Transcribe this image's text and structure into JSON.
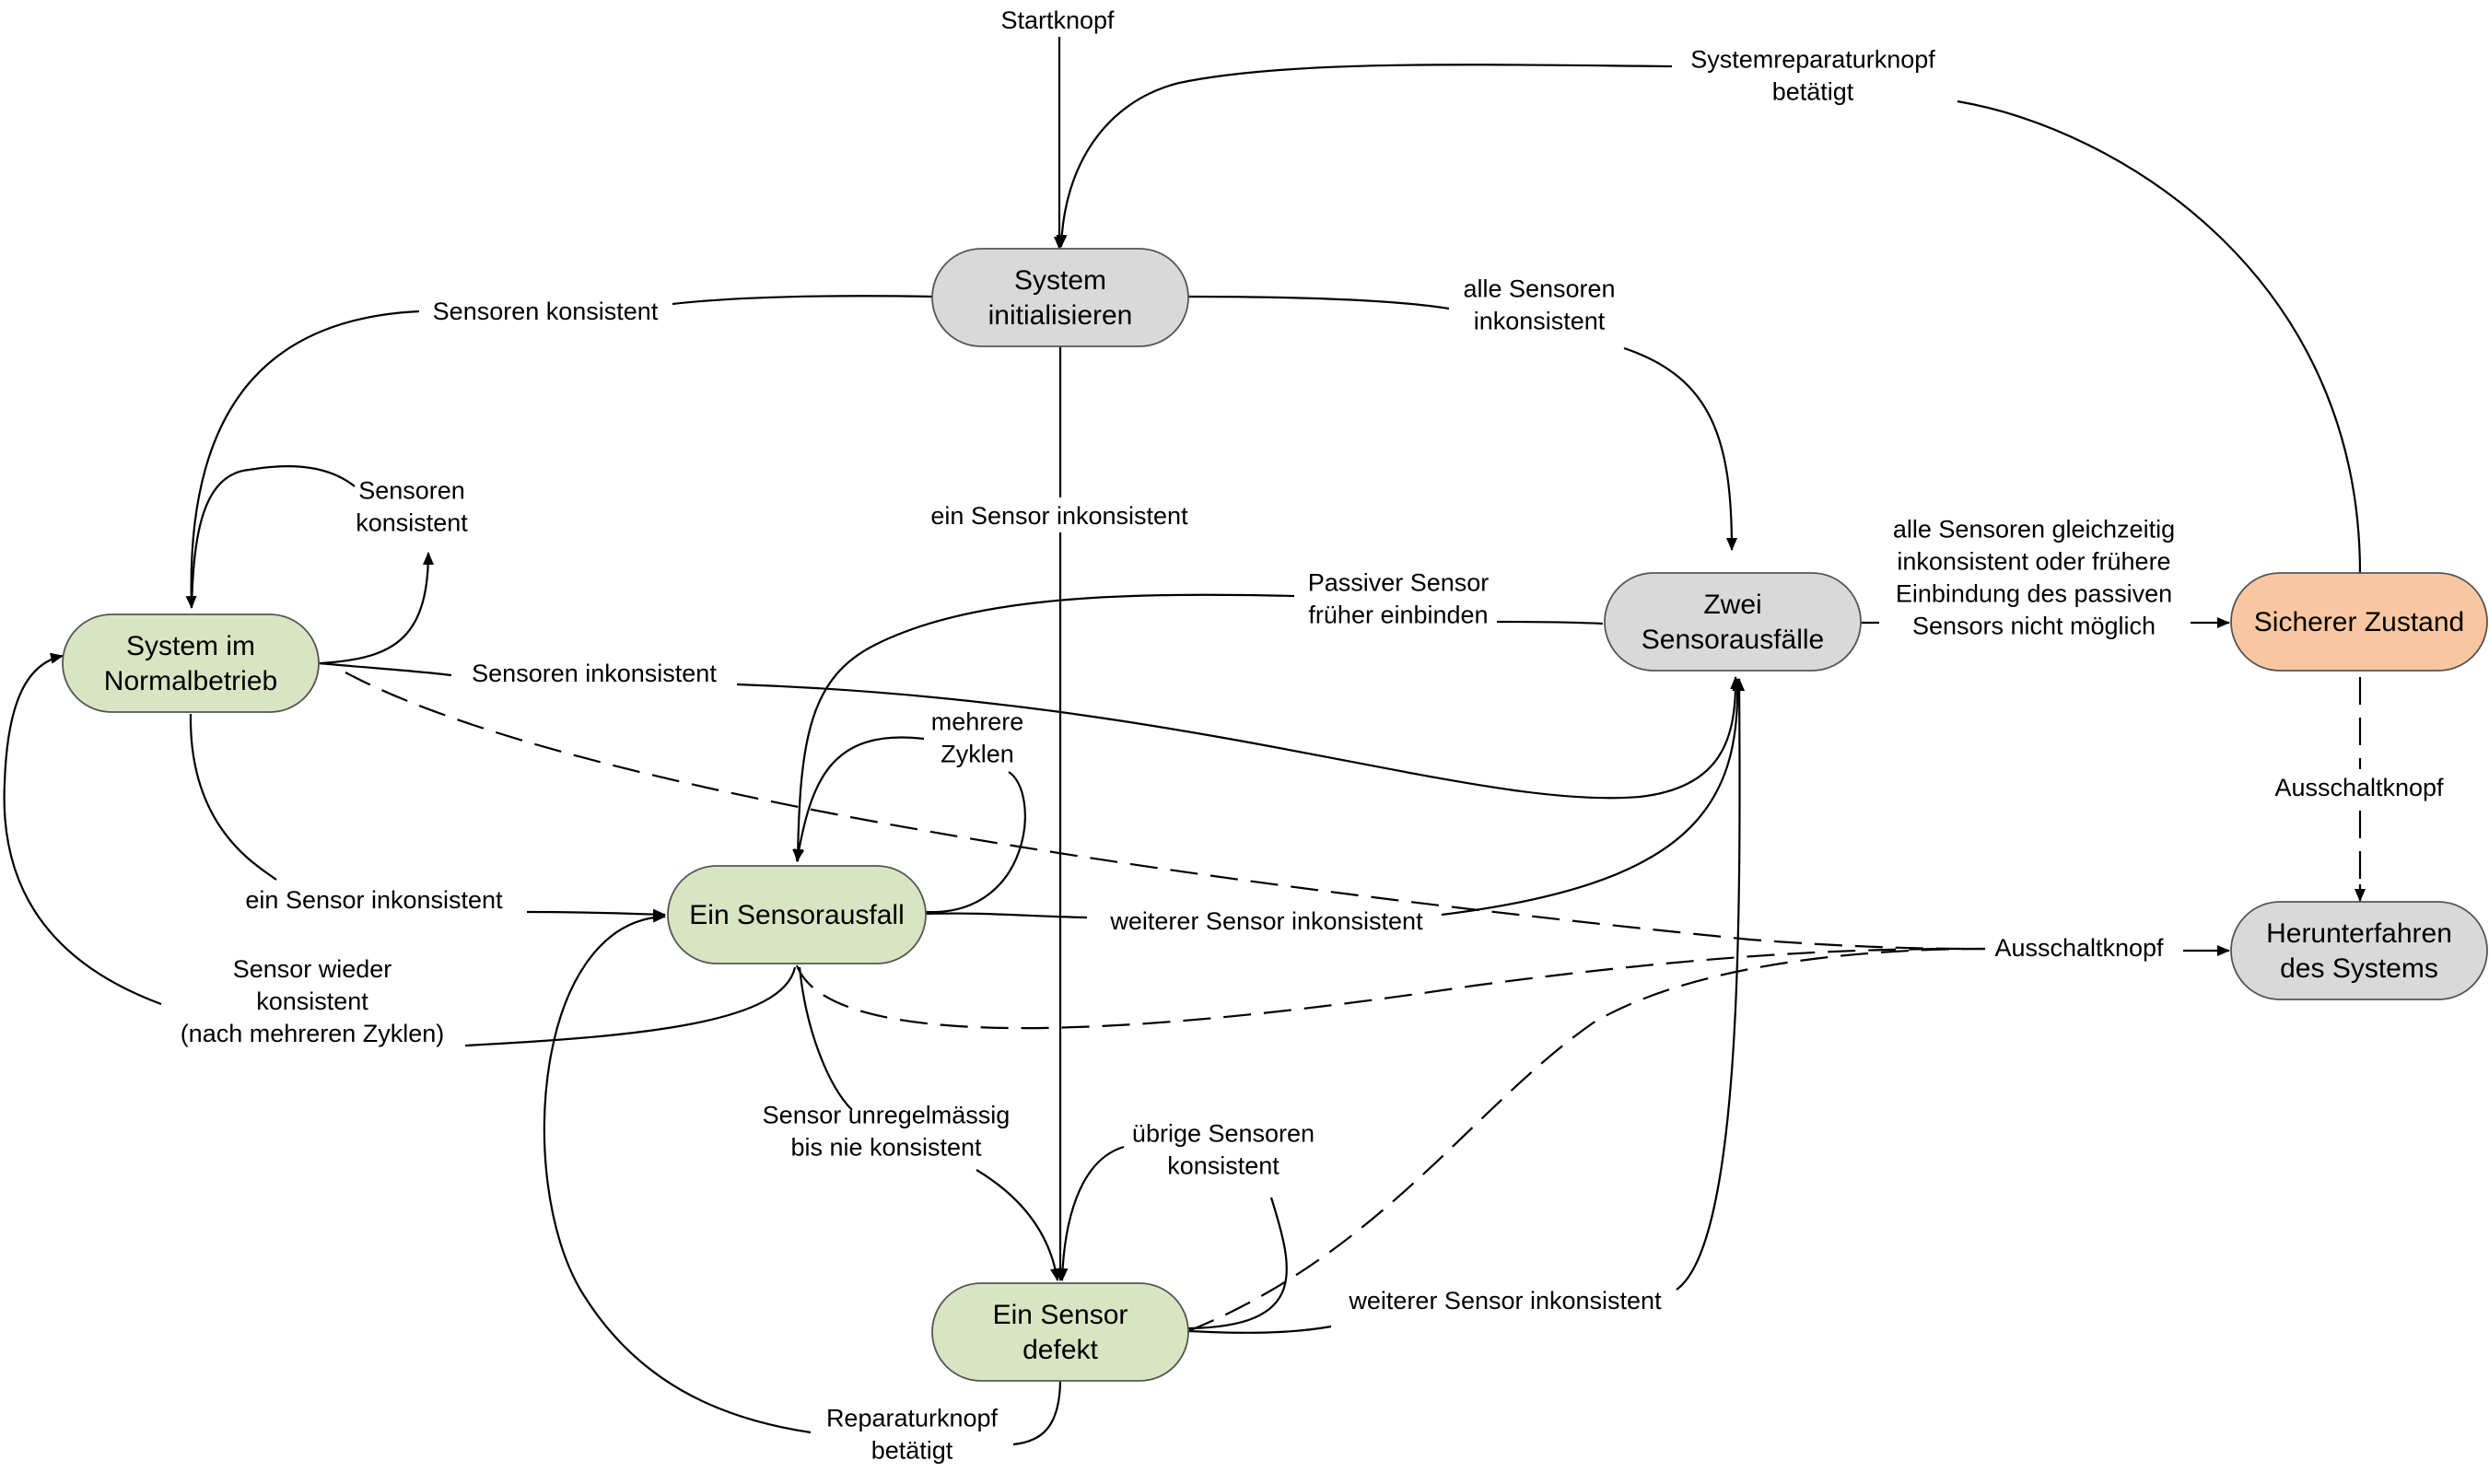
{
  "colors": {
    "normal": "#d9e4c3",
    "neutral": "#d9d9d9",
    "safe": "#f8c7a1",
    "stroke": "#555555",
    "line": "#000000"
  },
  "states": {
    "init": [
      "System",
      "initialisieren"
    ],
    "normal": [
      "System im",
      "Normalbetrieb"
    ],
    "one_fail": [
      "Ein Sensorausfall"
    ],
    "one_defect": [
      "Ein Sensor",
      "defekt"
    ],
    "two_fail": [
      "Zwei",
      "Sensorausfälle"
    ],
    "safe": [
      "Sicherer Zustand"
    ],
    "shutdown": [
      "Herunterfahren",
      "des Systems"
    ]
  },
  "labels": {
    "start": [
      "Startknopf"
    ],
    "sys_repair": [
      "Systemreparaturknopf",
      "betätigt"
    ],
    "init_to_normal": [
      "Sensoren konsistent"
    ],
    "init_to_two": [
      "alle Sensoren",
      "inkonsistent"
    ],
    "init_to_defect": [
      "ein Sensor inkonsistent"
    ],
    "normal_self": [
      "Sensoren",
      "konsistent"
    ],
    "normal_to_two": [
      "Sensoren inkonsistent"
    ],
    "normal_to_one": [
      "ein Sensor inkonsistent"
    ],
    "one_self": [
      "mehrere",
      "Zyklen"
    ],
    "one_to_two": [
      "weiterer Sensor inkonsistent"
    ],
    "one_to_normal": [
      "Sensor wieder",
      "konsistent",
      "(nach mehreren Zyklen)"
    ],
    "one_to_defect": [
      "Sensor unregelmässig",
      "bis nie konsistent"
    ],
    "defect_self": [
      "übrige Sensoren",
      "konsistent"
    ],
    "defect_to_two": [
      "weiterer Sensor inkonsistent"
    ],
    "repair": [
      "Reparaturknopf",
      "betätigt"
    ],
    "passive": [
      "Passiver Sensor",
      "früher einbinden"
    ],
    "two_to_safe": [
      "alle Sensoren gleichzeitig",
      "inkonsistent oder frühere",
      "Einbindung des passiven",
      "Sensors nicht möglich"
    ],
    "safe_off": [
      "Ausschaltknopf"
    ],
    "off": [
      "Ausschaltknopf"
    ]
  }
}
